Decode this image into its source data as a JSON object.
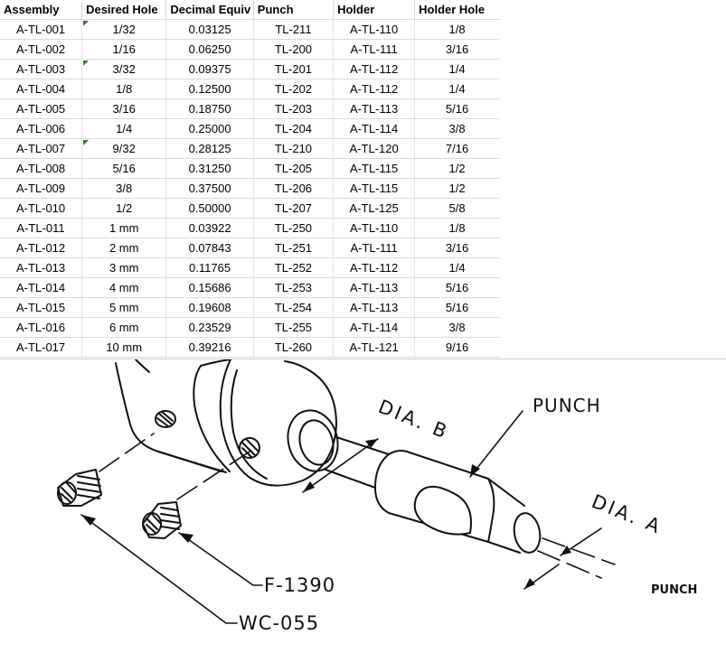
{
  "table": {
    "headers": [
      "Assembly",
      "Desired Hole",
      "Decimal Equiv",
      "Punch",
      "Holder",
      "Holder Hole"
    ],
    "rows": [
      {
        "assembly": "A-TL-001",
        "desired_hole": "1/32",
        "decimal": "0.03125",
        "punch": "TL-211",
        "holder": "A-TL-110",
        "holder_hole": "1/8",
        "comment": true
      },
      {
        "assembly": "A-TL-002",
        "desired_hole": "1/16",
        "decimal": "0.06250",
        "punch": "TL-200",
        "holder": "A-TL-111",
        "holder_hole": "3/16",
        "comment": false
      },
      {
        "assembly": "A-TL-003",
        "desired_hole": "3/32",
        "decimal": "0.09375",
        "punch": "TL-201",
        "holder": "A-TL-112",
        "holder_hole": "1/4",
        "comment": true
      },
      {
        "assembly": "A-TL-004",
        "desired_hole": "1/8",
        "decimal": "0.12500",
        "punch": "TL-202",
        "holder": "A-TL-112",
        "holder_hole": "1/4",
        "comment": false
      },
      {
        "assembly": "A-TL-005",
        "desired_hole": "3/16",
        "decimal": "0.18750",
        "punch": "TL-203",
        "holder": "A-TL-113",
        "holder_hole": "5/16",
        "comment": false
      },
      {
        "assembly": "A-TL-006",
        "desired_hole": "1/4",
        "decimal": "0.25000",
        "punch": "TL-204",
        "holder": "A-TL-114",
        "holder_hole": "3/8",
        "comment": false
      },
      {
        "assembly": "A-TL-007",
        "desired_hole": "9/32",
        "decimal": "0.28125",
        "punch": "TL-210",
        "holder": "A-TL-120",
        "holder_hole": "7/16",
        "comment": true
      },
      {
        "assembly": "A-TL-008",
        "desired_hole": "5/16",
        "decimal": "0.31250",
        "punch": "TL-205",
        "holder": "A-TL-115",
        "holder_hole": "1/2",
        "comment": false
      },
      {
        "assembly": "A-TL-009",
        "desired_hole": "3/8",
        "decimal": "0.37500",
        "punch": "TL-206",
        "holder": "A-TL-115",
        "holder_hole": "1/2",
        "comment": false
      },
      {
        "assembly": "A-TL-010",
        "desired_hole": "1/2",
        "decimal": "0.50000",
        "punch": "TL-207",
        "holder": "A-TL-125",
        "holder_hole": "5/8",
        "comment": false
      },
      {
        "assembly": "A-TL-011",
        "desired_hole": "1 mm",
        "decimal": "0.03922",
        "punch": "TL-250",
        "holder": "A-TL-110",
        "holder_hole": "1/8",
        "comment": false
      },
      {
        "assembly": "A-TL-012",
        "desired_hole": "2 mm",
        "decimal": "0.07843",
        "punch": "TL-251",
        "holder": "A-TL-111",
        "holder_hole": "3/16",
        "comment": false
      },
      {
        "assembly": "A-TL-013",
        "desired_hole": "3 mm",
        "decimal": "0.11765",
        "punch": "TL-252",
        "holder": "A-TL-112",
        "holder_hole": "1/4",
        "comment": false
      },
      {
        "assembly": "A-TL-014",
        "desired_hole": "4 mm",
        "decimal": "0.15686",
        "punch": "TL-253",
        "holder": "A-TL-113",
        "holder_hole": "5/16",
        "comment": false
      },
      {
        "assembly": "A-TL-015",
        "desired_hole": "5 mm",
        "decimal": "0.19608",
        "punch": "TL-254",
        "holder": "A-TL-113",
        "holder_hole": "5/16",
        "comment": false
      },
      {
        "assembly": "A-TL-016",
        "desired_hole": "6 mm",
        "decimal": "0.23529",
        "punch": "TL-255",
        "holder": "A-TL-114",
        "holder_hole": "3/8",
        "comment": false
      },
      {
        "assembly": "A-TL-017",
        "desired_hole": "10 mm",
        "decimal": "0.39216",
        "punch": "TL-260",
        "holder": "A-TL-121",
        "holder_hole": "9/16",
        "comment": false
      }
    ],
    "comment_indicator_color": "#2e7d32"
  },
  "drawing": {
    "labels": {
      "dia_b": "DIA. B",
      "punch_callout": "PUNCH",
      "dia_a": "DIA. A",
      "punch_caption": "PUNCH",
      "set_screw_small": "F-1390",
      "set_screw_large": "WC-055"
    },
    "line_color": "#111111"
  }
}
